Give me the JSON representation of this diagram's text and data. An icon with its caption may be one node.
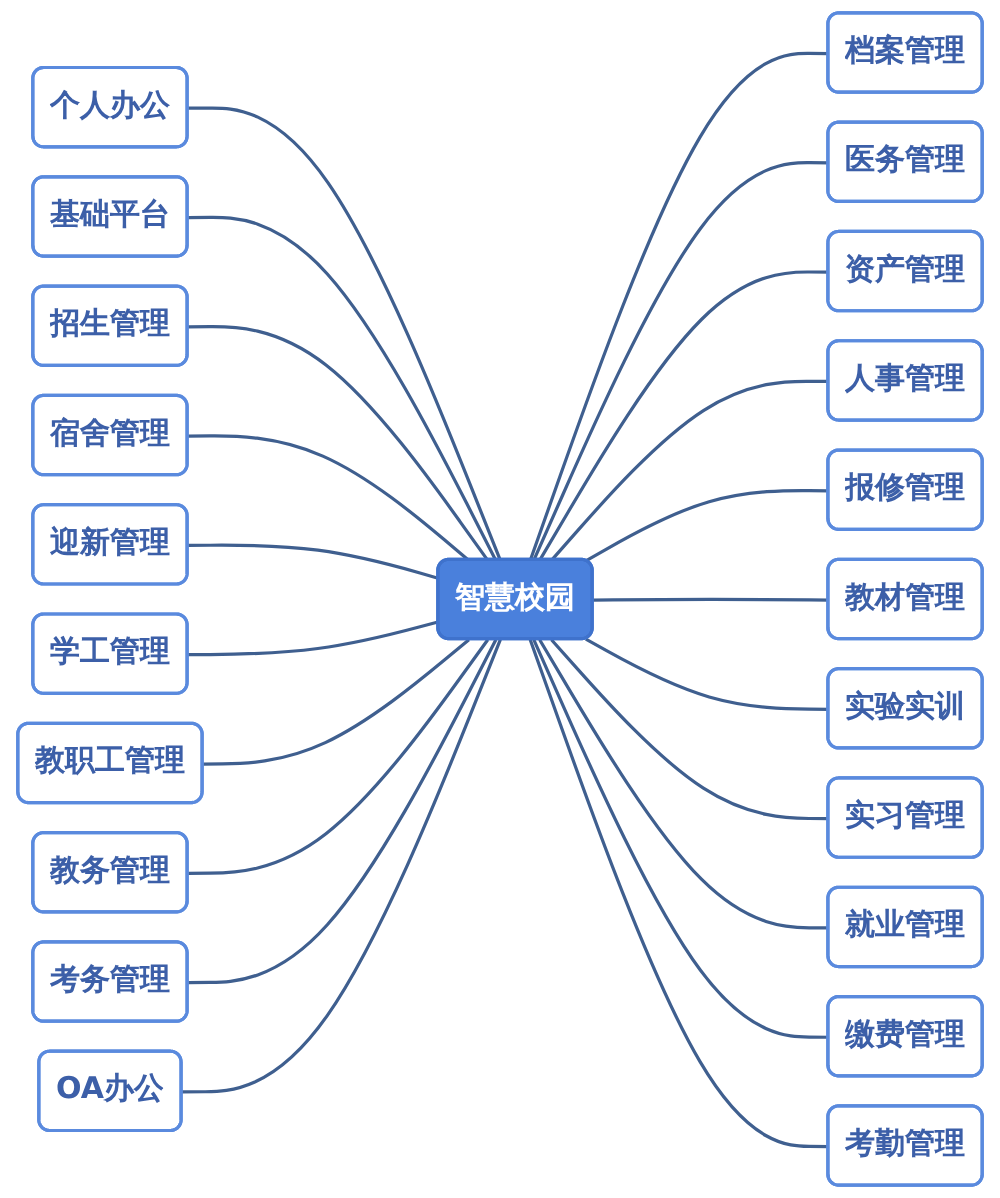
{
  "diagram": {
    "nodes": [
      {
        "text": [
          "智慧校园"
        ]
      },
      {
        "text": [
          "个人办公"
        ]
      },
      {
        "text": [
          "基础平台"
        ]
      },
      {
        "text": [
          "招生管理"
        ]
      },
      {
        "text": [
          "宿舍管理"
        ]
      },
      {
        "text": [
          "迎新管理"
        ]
      },
      {
        "text": [
          "学工管理"
        ]
      },
      {
        "text": [
          "教职工管理"
        ]
      },
      {
        "text": [
          "教务管理"
        ]
      },
      {
        "text": [
          "考务管理"
        ]
      },
      {
        "text": [
          "OA办公"
        ]
      },
      {
        "text": [
          "档案管理"
        ]
      },
      {
        "text": [
          "医务管理"
        ]
      },
      {
        "text": [
          "资产管理"
        ]
      },
      {
        "text": [
          "人事管理"
        ]
      },
      {
        "text": [
          "报修管理"
        ]
      },
      {
        "text": [
          "教材管理"
        ]
      },
      {
        "text": [
          "实验实训"
        ]
      },
      {
        "text": [
          "实习管理"
        ]
      },
      {
        "text": [
          "就业管理"
        ]
      },
      {
        "text": [
          "缴费管理"
        ]
      },
      {
        "text": [
          "考勤管理"
        ]
      }
    ],
    "edges": [
      {
        "from": 1,
        "to": 0,
        "arrow": "none"
      },
      {
        "from": 2,
        "to": 0,
        "arrow": "none"
      },
      {
        "from": 3,
        "to": 0,
        "arrow": "none"
      },
      {
        "from": 4,
        "to": 0,
        "arrow": "none"
      },
      {
        "from": 5,
        "to": 0,
        "arrow": "none"
      },
      {
        "from": 6,
        "to": 0,
        "arrow": "none"
      },
      {
        "from": 7,
        "to": 0,
        "arrow": "none"
      },
      {
        "from": 8,
        "to": 0,
        "arrow": "none"
      },
      {
        "from": 9,
        "to": 0,
        "arrow": "none"
      },
      {
        "from": 10,
        "to": 0,
        "arrow": "none"
      },
      {
        "from": 0,
        "to": 11,
        "arrow": "none"
      },
      {
        "from": 0,
        "to": 12,
        "arrow": "none"
      },
      {
        "from": 0,
        "to": 13,
        "arrow": "none"
      },
      {
        "from": 0,
        "to": 14,
        "arrow": "none"
      },
      {
        "from": 0,
        "to": 15,
        "arrow": "none"
      },
      {
        "from": 0,
        "to": 16,
        "arrow": "none"
      },
      {
        "from": 0,
        "to": 17,
        "arrow": "none"
      },
      {
        "from": 0,
        "to": 18,
        "arrow": "none"
      },
      {
        "from": 0,
        "to": 19,
        "arrow": "none"
      },
      {
        "from": 0,
        "to": 20,
        "arrow": "none"
      },
      {
        "from": 0,
        "to": 21,
        "arrow": "none"
      }
    ]
  }
}
